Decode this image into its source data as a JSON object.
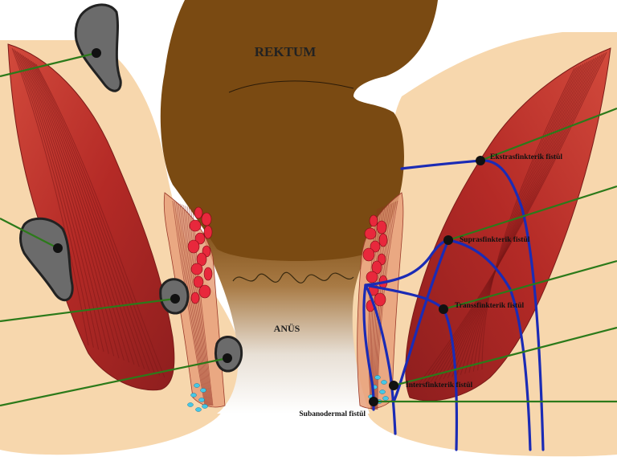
{
  "labels": {
    "rektum": "REKTUM",
    "anus": "ANÜS",
    "ekstrasfinkterik": "Ekstrasfinkterik fistül",
    "suprasfinkterik": "Suprasfinkterik fistül",
    "transsfinkterik": "Transsfinkterik fistül",
    "intersfinkterik": "İntersfinkterik fistül",
    "subanodermal": "Subanodermal fistül"
  },
  "colors": {
    "skin": "#f7d7ad",
    "rectum": "#7a4a12",
    "muscle": "#b8342d",
    "abscess": "#6e6e6e",
    "fistula": "#1b2bb5",
    "leader": "#2c7a1a",
    "vessel": "#e8283c",
    "gland": "#45c8e6"
  }
}
